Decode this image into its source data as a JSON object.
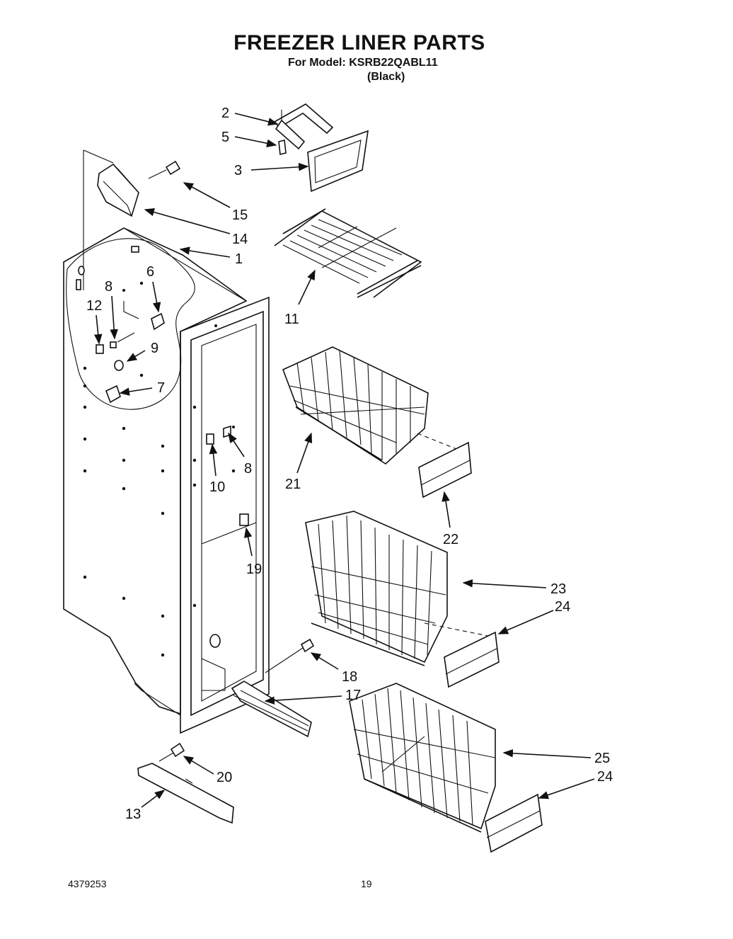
{
  "header": {
    "title": "FREEZER LINER PARTS",
    "model_line": "For Model: KSRB22QABL11",
    "color_line": "(Black)"
  },
  "footer": {
    "document_number": "4379253",
    "page_number": "19"
  },
  "callouts": [
    "2",
    "5",
    "3",
    "15",
    "14",
    "1",
    "6",
    "8",
    "12",
    "9",
    "7",
    "11",
    "10",
    "8",
    "19",
    "21",
    "22",
    "23",
    "24",
    "18",
    "17",
    "25",
    "24",
    "20",
    "13"
  ]
}
